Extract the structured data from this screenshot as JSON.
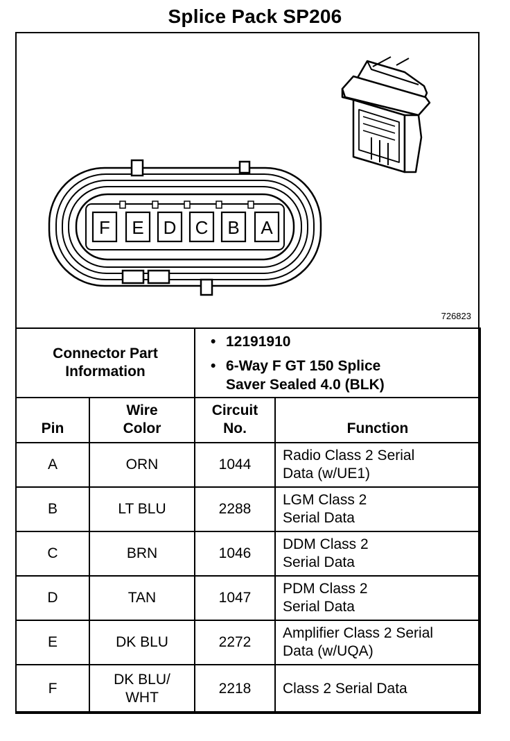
{
  "title": "Splice Pack SP206",
  "figure_number": "726823",
  "pin_labels": [
    "F",
    "E",
    "D",
    "C",
    "B",
    "A"
  ],
  "connector_info": {
    "label_line1": "Connector Part",
    "label_line2": "Information",
    "items": [
      "12191910",
      "6-Way F GT 150 Splice",
      "Saver Sealed 4.0 (BLK)"
    ]
  },
  "headers": {
    "pin": "Pin",
    "wire_line1": "Wire",
    "wire_line2": "Color",
    "circuit_line1": "Circuit",
    "circuit_line2": "No.",
    "function": "Function"
  },
  "rows": [
    {
      "pin": "A",
      "color": "ORN",
      "color2": "",
      "circuit": "1044",
      "fn1": "Radio Class 2 Serial",
      "fn2": "Data (w/UE1)"
    },
    {
      "pin": "B",
      "color": "LT BLU",
      "color2": "",
      "circuit": "2288",
      "fn1": "LGM Class 2",
      "fn2": "Serial Data"
    },
    {
      "pin": "C",
      "color": "BRN",
      "color2": "",
      "circuit": "1046",
      "fn1": "DDM Class 2",
      "fn2": "Serial Data"
    },
    {
      "pin": "D",
      "color": "TAN",
      "color2": "",
      "circuit": "1047",
      "fn1": "PDM Class 2",
      "fn2": "Serial Data"
    },
    {
      "pin": "E",
      "color": "DK BLU",
      "color2": "",
      "circuit": "2272",
      "fn1": "Amplifier Class 2 Serial",
      "fn2": "Data (w/UQA)"
    },
    {
      "pin": "F",
      "color": "DK BLU/",
      "color2": "WHT",
      "circuit": "2218",
      "fn1": "Class 2 Serial Data",
      "fn2": ""
    }
  ]
}
